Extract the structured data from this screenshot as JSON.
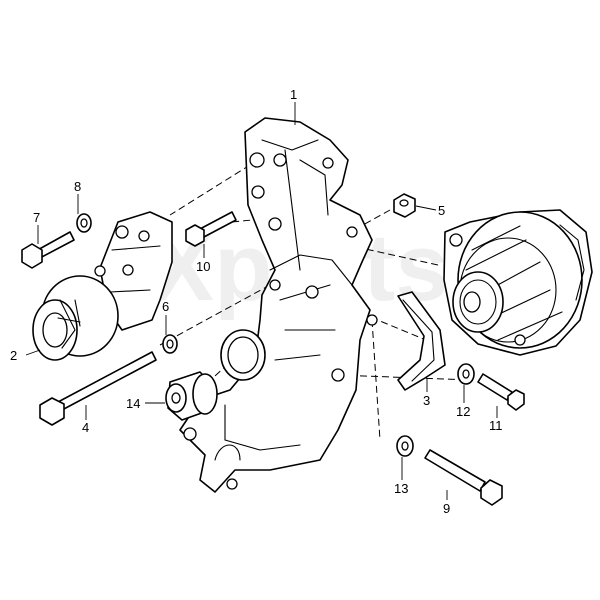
{
  "diagram": {
    "watermark": "Xparts",
    "callouts": [
      {
        "id": "c1",
        "label": "1"
      },
      {
        "id": "c2",
        "label": "2"
      },
      {
        "id": "c3",
        "label": "3"
      },
      {
        "id": "c4",
        "label": "4"
      },
      {
        "id": "c5",
        "label": "5"
      },
      {
        "id": "c6",
        "label": "6"
      },
      {
        "id": "c7",
        "label": "7"
      },
      {
        "id": "c8",
        "label": "8"
      },
      {
        "id": "c9",
        "label": "9"
      },
      {
        "id": "c10",
        "label": "10"
      },
      {
        "id": "c11",
        "label": "11"
      },
      {
        "id": "c12",
        "label": "12"
      },
      {
        "id": "c13",
        "label": "13"
      },
      {
        "id": "c14",
        "label": "14"
      }
    ]
  }
}
